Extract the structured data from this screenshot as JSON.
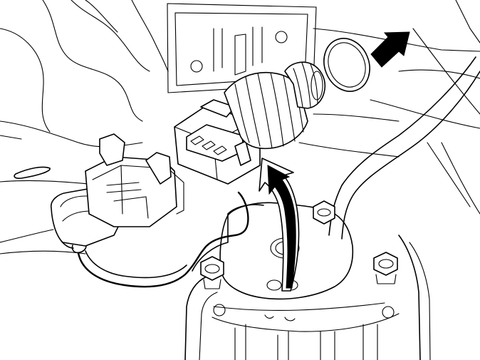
{
  "figure": {
    "style": "black-and-white line drawing",
    "colors": {
      "line": "#000000",
      "background": "#ffffff"
    },
    "parts": [
      "engine-block",
      "sensor-switch",
      "sensor-connector",
      "wire-harness",
      "o-ring",
      "mounting-flange",
      "hex-bolts"
    ],
    "arrows": [
      "o-ring-pointer-arrow",
      "install-direction-arrow"
    ]
  }
}
